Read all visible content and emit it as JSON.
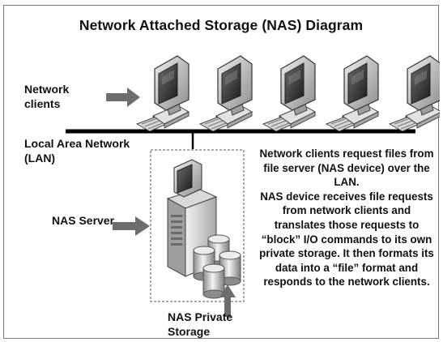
{
  "title": "Network Attached Storage (NAS) Diagram",
  "labels": {
    "network_clients": [
      "Network",
      "clients"
    ],
    "lan": [
      "Local Area Network",
      "(LAN)"
    ],
    "nas_server": "NAS Server",
    "nas_storage": [
      "NAS Private",
      "Storage"
    ]
  },
  "description": [
    "Network clients request files from file server (NAS device) over the LAN.",
    "NAS device receives file requests from network clients and translates those requests to “block” I/O commands to its own private storage. It then formats its data into a “file” format and responds to the network clients."
  ],
  "icons": [
    "client-computer-icon",
    "nas-server-icon",
    "disk-storage-icon",
    "arrow-icon"
  ],
  "colors": {
    "arrow": "#6d6d6d",
    "lan_bus": "#000000",
    "screen": "#2f2f2f"
  }
}
